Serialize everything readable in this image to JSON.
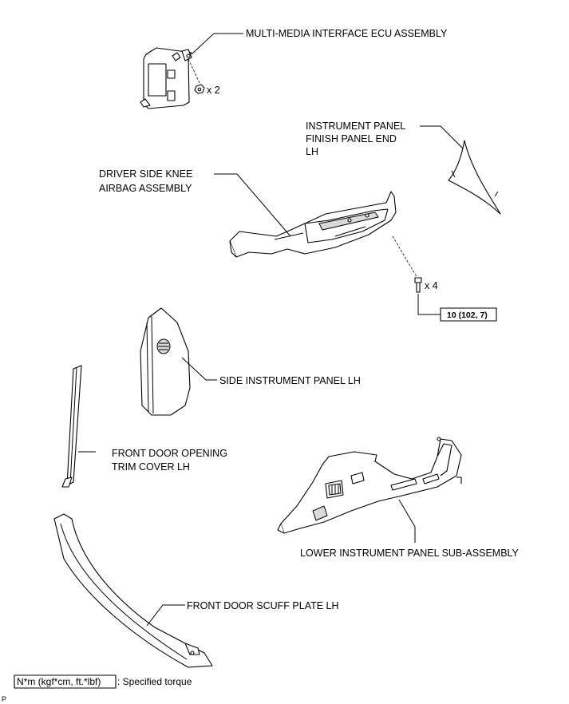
{
  "labels": {
    "ecu": "MULTI-MEDIA INTERFACE ECU ASSEMBLY",
    "nut_qty": "x 2",
    "finish_1": "INSTRUMENT PANEL",
    "finish_2": "FINISH PANEL END",
    "finish_3": "LH",
    "knee_1": "DRIVER SIDE KNEE",
    "knee_2": "AIRBAG ASSEMBLY",
    "bolt_qty": "x 4",
    "torque_value": "10 (102, 7)",
    "side_panel": "SIDE INSTRUMENT PANEL LH",
    "trim_1": "FRONT DOOR OPENING",
    "trim_2": "TRIM COVER LH",
    "lower_panel": "LOWER INSTRUMENT PANEL SUB-ASSEMBLY",
    "scuff": "FRONT DOOR SCUFF PLATE LH"
  },
  "legend": {
    "unit_box": "N*m (kgf*cm, ft.*lbf)",
    "description": ": Specified torque"
  },
  "corner_mark": "P"
}
